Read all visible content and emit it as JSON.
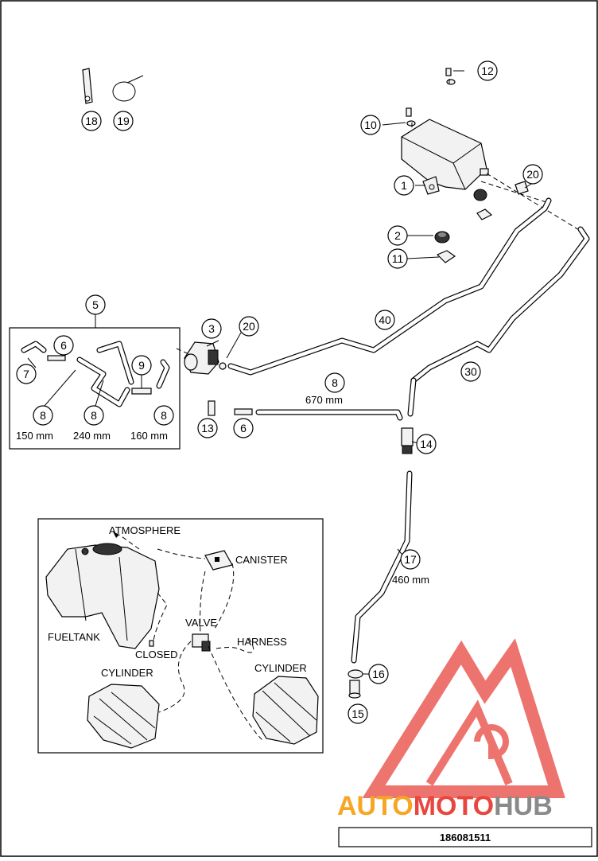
{
  "document_number": "186081511",
  "watermark": {
    "text_a": "AUTO",
    "text_b": "MOTO",
    "text_c": "HUB",
    "color_red": "#e8463e",
    "color_orange": "#f6a623",
    "color_gray": "#8a8a8a"
  },
  "callouts": {
    "c1": "1",
    "c2": "2",
    "c3": "3",
    "c5": "5",
    "c6a": "6",
    "c6b": "6",
    "c7": "7",
    "c8a": "8",
    "c8b": "8",
    "c8c": "8",
    "c8d": "8",
    "c9": "9",
    "c10": "10",
    "c11": "11",
    "c12": "12",
    "c13": "13",
    "c14": "14",
    "c15": "15",
    "c16": "16",
    "c17": "17",
    "c18": "18",
    "c19": "19",
    "c20a": "20",
    "c20b": "20",
    "c30": "30",
    "c40": "40"
  },
  "lengths": {
    "l150": "150 mm",
    "l240": "240 mm",
    "l160": "160 mm",
    "l670": "670 mm",
    "l460": "460 mm"
  },
  "schematic": {
    "atmosphere": "ATMOSPHERE",
    "canister": "CANISTER",
    "valve": "VALVE",
    "harness": "HARNESS",
    "fueltank": "FUELTANK",
    "closed": "CLOSED",
    "cylinder_left": "CYLINDER",
    "cylinder_right": "CYLINDER"
  }
}
